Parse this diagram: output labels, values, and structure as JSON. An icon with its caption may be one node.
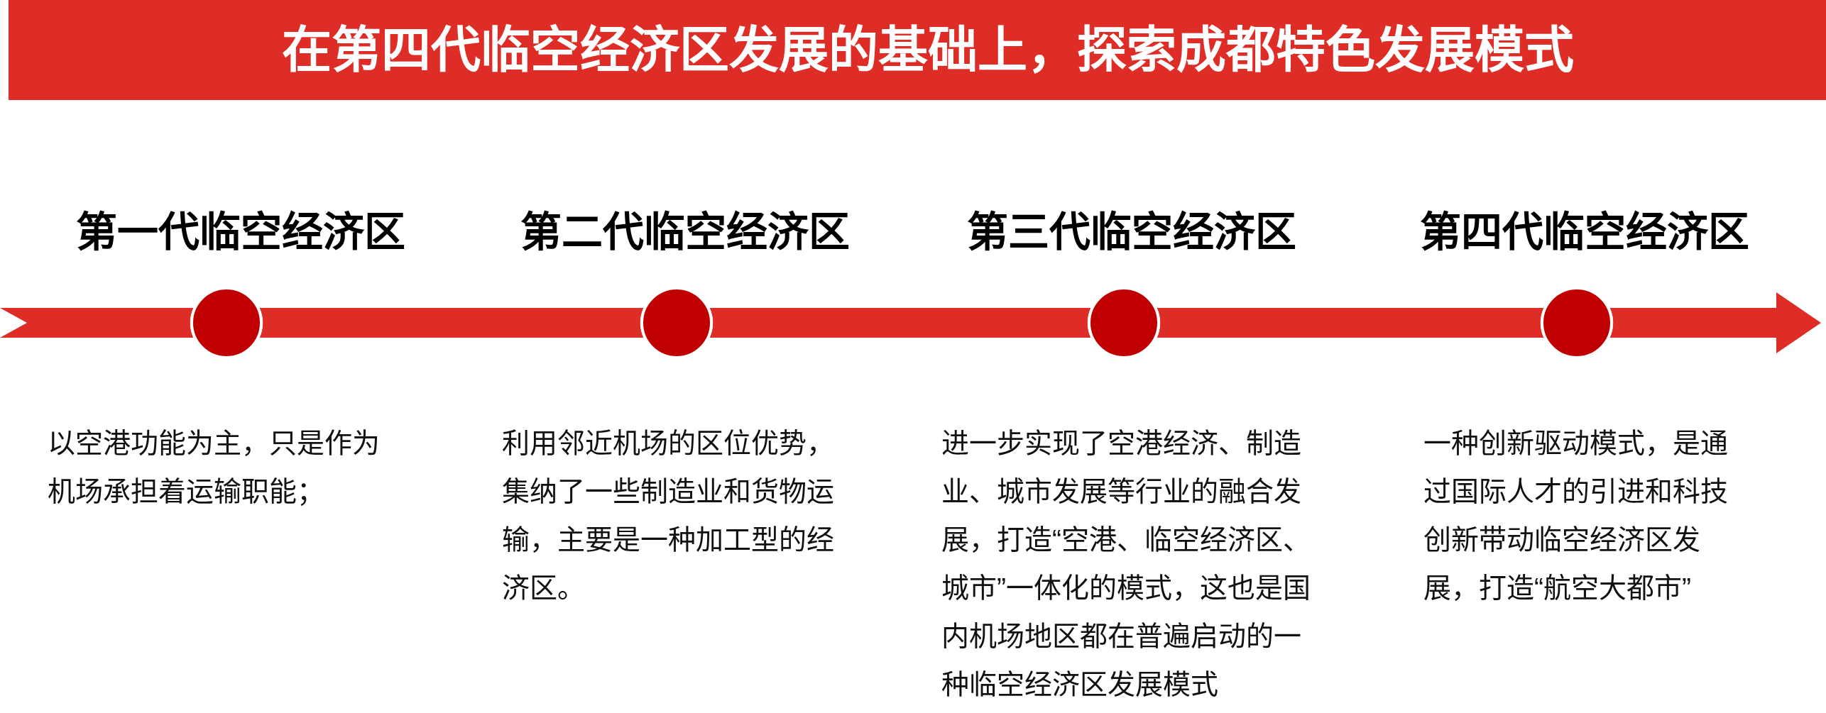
{
  "diagram": {
    "title": "在第四代临空经济区发展的基础上，探索成都特色发展模式",
    "nodes": [
      {
        "text": [],
        "shape": "circle",
        "beside": [
          "第一代临空经济区",
          "以空港功能为主，只是作为机场承担着运输职能；"
        ]
      },
      {
        "text": [],
        "shape": "circle",
        "beside": [
          "第二代临空经济区",
          "利用邻近机场的区位优势，集纳了一些制造业和货物运输，主要是一种加工型的经济区。"
        ]
      },
      {
        "text": [],
        "shape": "circle",
        "beside": [
          "第三代临空经济区",
          "进一步实现了空港经济、制造业、城市发展等行业的融合发展，打造“空港、临空经济区、城市”一体化的模式，这也是国内机场地区都在普遍启动的一种临空经济区发展模式"
        ]
      },
      {
        "text": [],
        "shape": "circle",
        "beside": [
          "第四代临空经济区",
          "一种创新驱动模式，是通过国际人才的引进和科技创新带动临空经济区发展，打造“航空大都市”"
        ]
      }
    ],
    "edges": [
      {
        "from": null,
        "to": 0,
        "arrow": "none",
        "style": "thick"
      },
      {
        "from": 0,
        "to": 1,
        "arrow": "none",
        "style": "thick"
      },
      {
        "from": 1,
        "to": 2,
        "arrow": "none",
        "style": "thick"
      },
      {
        "from": 2,
        "to": 3,
        "arrow": "none",
        "style": "thick"
      },
      {
        "from": 3,
        "to": null,
        "arrow": "to",
        "style": "thick"
      }
    ]
  }
}
